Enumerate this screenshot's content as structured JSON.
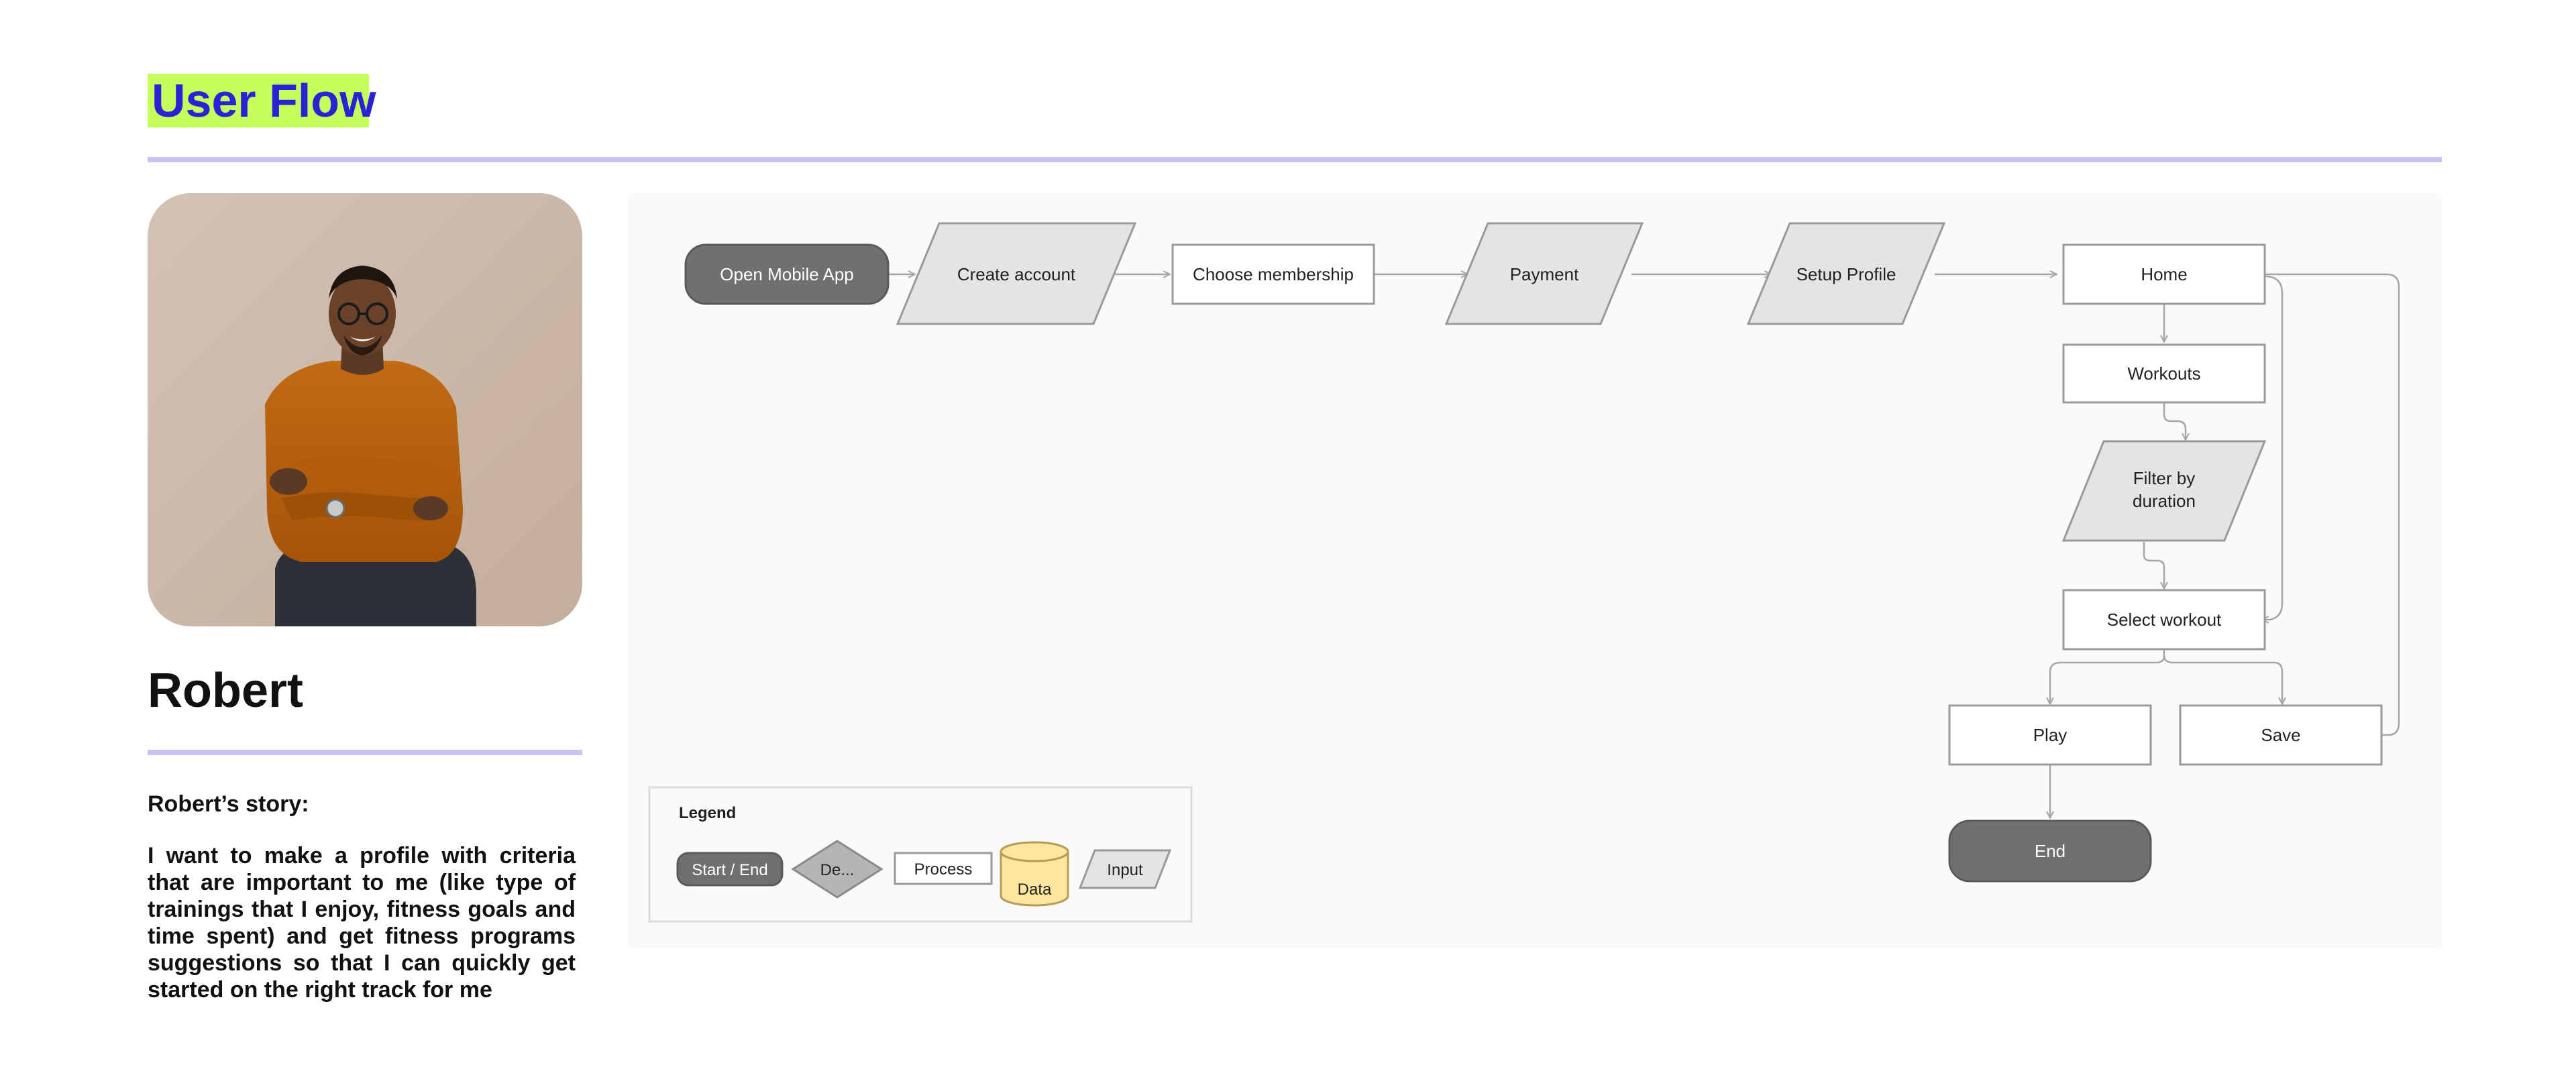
{
  "page": {
    "title": "User Flow",
    "accent_color": "#2a22d6",
    "highlight_color": "#c4ff5c",
    "rule_color": "#c9c1f7"
  },
  "persona": {
    "name": "Robert",
    "story_heading": "Robert’s story:",
    "story_text": "I want to make a profile with criteria that are important to me (like type of trainings that I enjoy, fitness goals and time spent) and get fitness programs suggestions so that I can quickly get started on the right track for me",
    "photo_icon": "person-photo"
  },
  "flow": {
    "nodes": {
      "open_app": "Open Mobile App",
      "create_account": "Create account",
      "choose_membership": "Choose membership",
      "payment": "Payment",
      "setup_profile": "Setup Profile",
      "home": "Home",
      "workouts": "Workouts",
      "filter_line1": "Filter by",
      "filter_line2": "duration",
      "select_workout": "Select workout",
      "play": "Play",
      "save": "Save",
      "end": "End"
    },
    "colors": {
      "terminal": "#707070",
      "input": "#e4e4e4",
      "process": "#ffffff",
      "stroke": "#9a9a9a",
      "connector": "#a6a6a6"
    }
  },
  "legend": {
    "title": "Legend",
    "start_end": "Start / End",
    "decision": "De...",
    "process": "Process",
    "data": "Data",
    "input": "Input",
    "data_color": "#fde6a0"
  }
}
